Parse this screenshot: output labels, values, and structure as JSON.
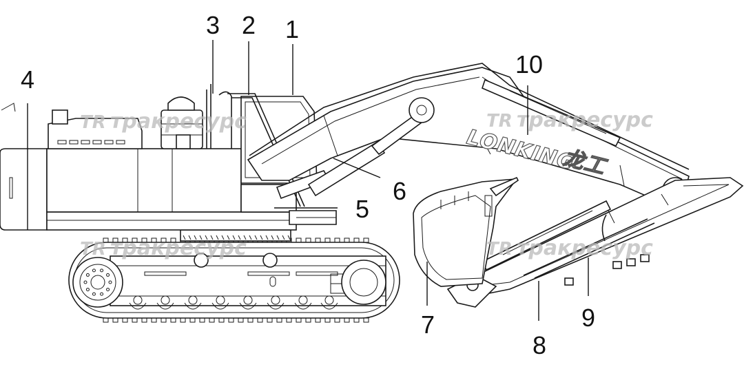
{
  "diagram": {
    "brand_text": "LONKING",
    "brand_chinese": "龙工",
    "watermark_logo": "TR",
    "watermark_text": "тракресурс",
    "callouts": [
      {
        "id": "1",
        "label": "1"
      },
      {
        "id": "2",
        "label": "2"
      },
      {
        "id": "3",
        "label": "3"
      },
      {
        "id": "4",
        "label": "4"
      },
      {
        "id": "5",
        "label": "5"
      },
      {
        "id": "6",
        "label": "6"
      },
      {
        "id": "7",
        "label": "7"
      },
      {
        "id": "8",
        "label": "8"
      },
      {
        "id": "9",
        "label": "9"
      },
      {
        "id": "10",
        "label": "10"
      }
    ]
  }
}
